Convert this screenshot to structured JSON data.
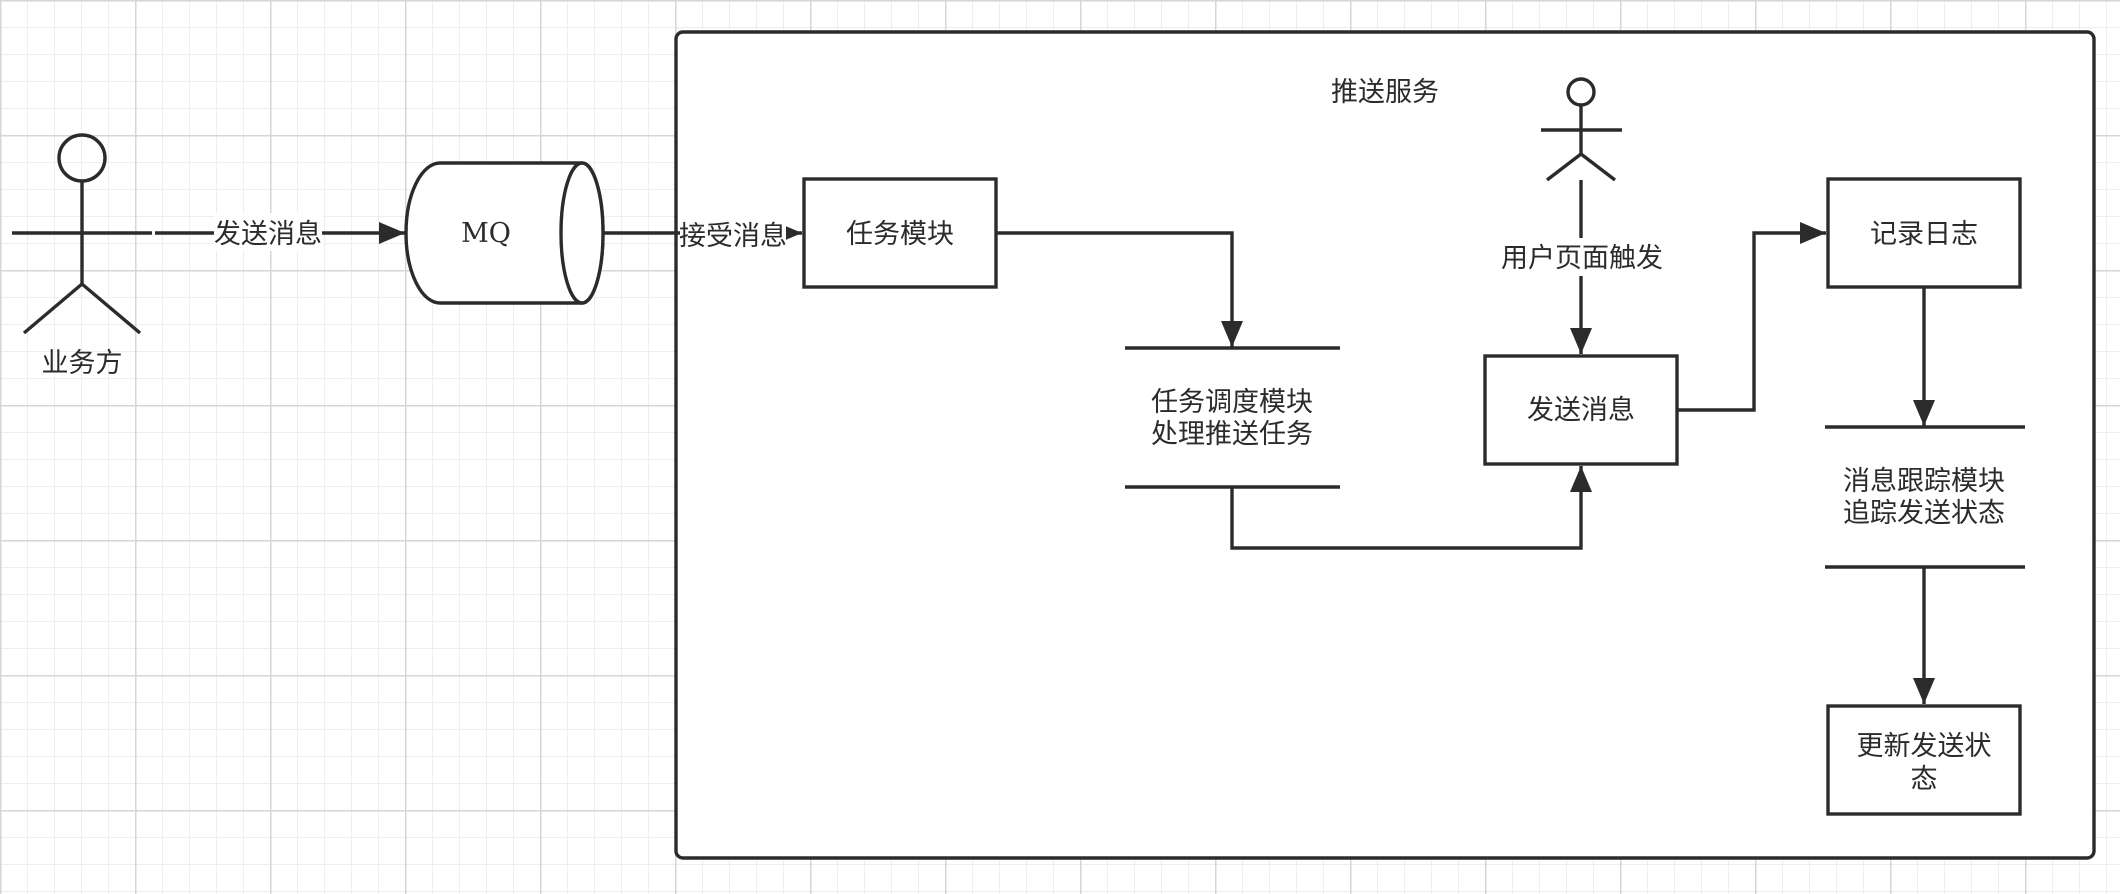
{
  "diagram": {
    "actor_business": {
      "label": "业务方"
    },
    "edge_send": {
      "label": "发送消息"
    },
    "mq": {
      "label": "MQ"
    },
    "edge_receive": {
      "label": "接受消息"
    },
    "service": {
      "title": "推送服务"
    },
    "task_module": {
      "label": "任务模块"
    },
    "schedule_module": {
      "line1": "任务调度模块",
      "line2": "处理推送任务"
    },
    "actor_user": {},
    "edge_user": {
      "label": "用户页面触发"
    },
    "send_message": {
      "label": "发送消息"
    },
    "log": {
      "label": "记录日志"
    },
    "tracking_module": {
      "line1": "消息跟踪模块",
      "line2": "追踪发送状态"
    },
    "update_status": {
      "line1": "更新发送状",
      "line2": "态"
    }
  },
  "colors": {
    "stroke": "#2b2b2b",
    "grid_major": "#d6d6d6",
    "grid_minor": "#eeeeee",
    "background": "#ffffff"
  }
}
